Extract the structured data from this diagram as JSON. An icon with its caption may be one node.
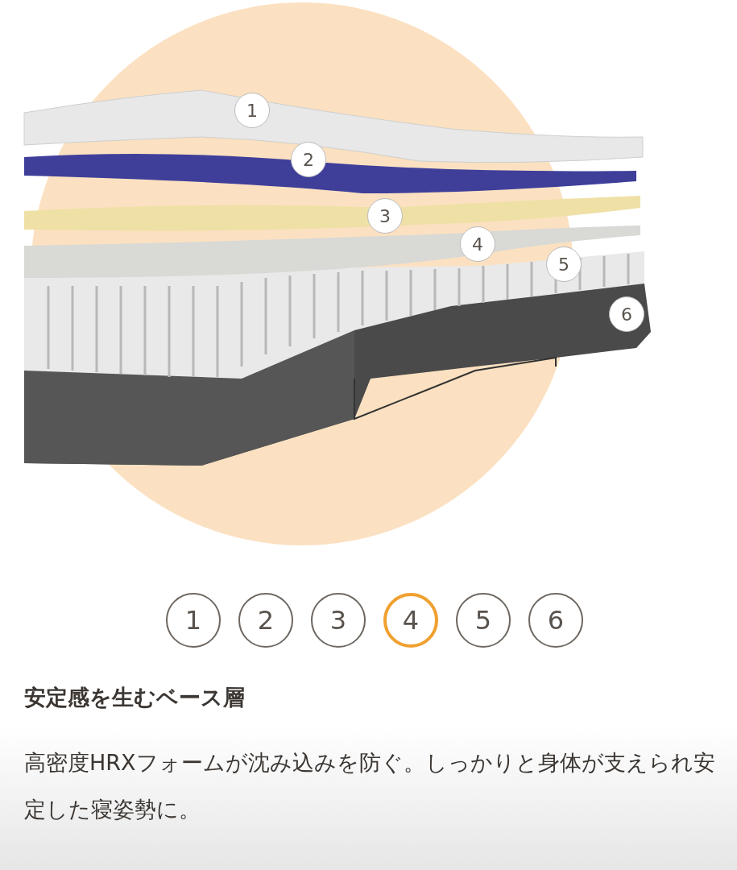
{
  "diagram": {
    "title": "安定感を生むベース層",
    "caption": "高密度HRXフォームが沈み込みを防ぐ。しっかりと身体が支えられ安定した寝姿勢に。",
    "nodes": [
      {
        "text": [
          "1"
        ]
      },
      {
        "text": [
          "2"
        ]
      },
      {
        "text": [
          "3"
        ]
      },
      {
        "text": [
          "4"
        ]
      },
      {
        "text": [
          "5"
        ]
      },
      {
        "text": [
          "6"
        ]
      },
      {
        "text": [
          "1"
        ]
      },
      {
        "text": [
          "2"
        ]
      },
      {
        "text": [
          "3"
        ]
      },
      {
        "text": [
          "4"
        ]
      },
      {
        "text": [
          "5"
        ]
      },
      {
        "text": [
          "6"
        ]
      }
    ]
  }
}
